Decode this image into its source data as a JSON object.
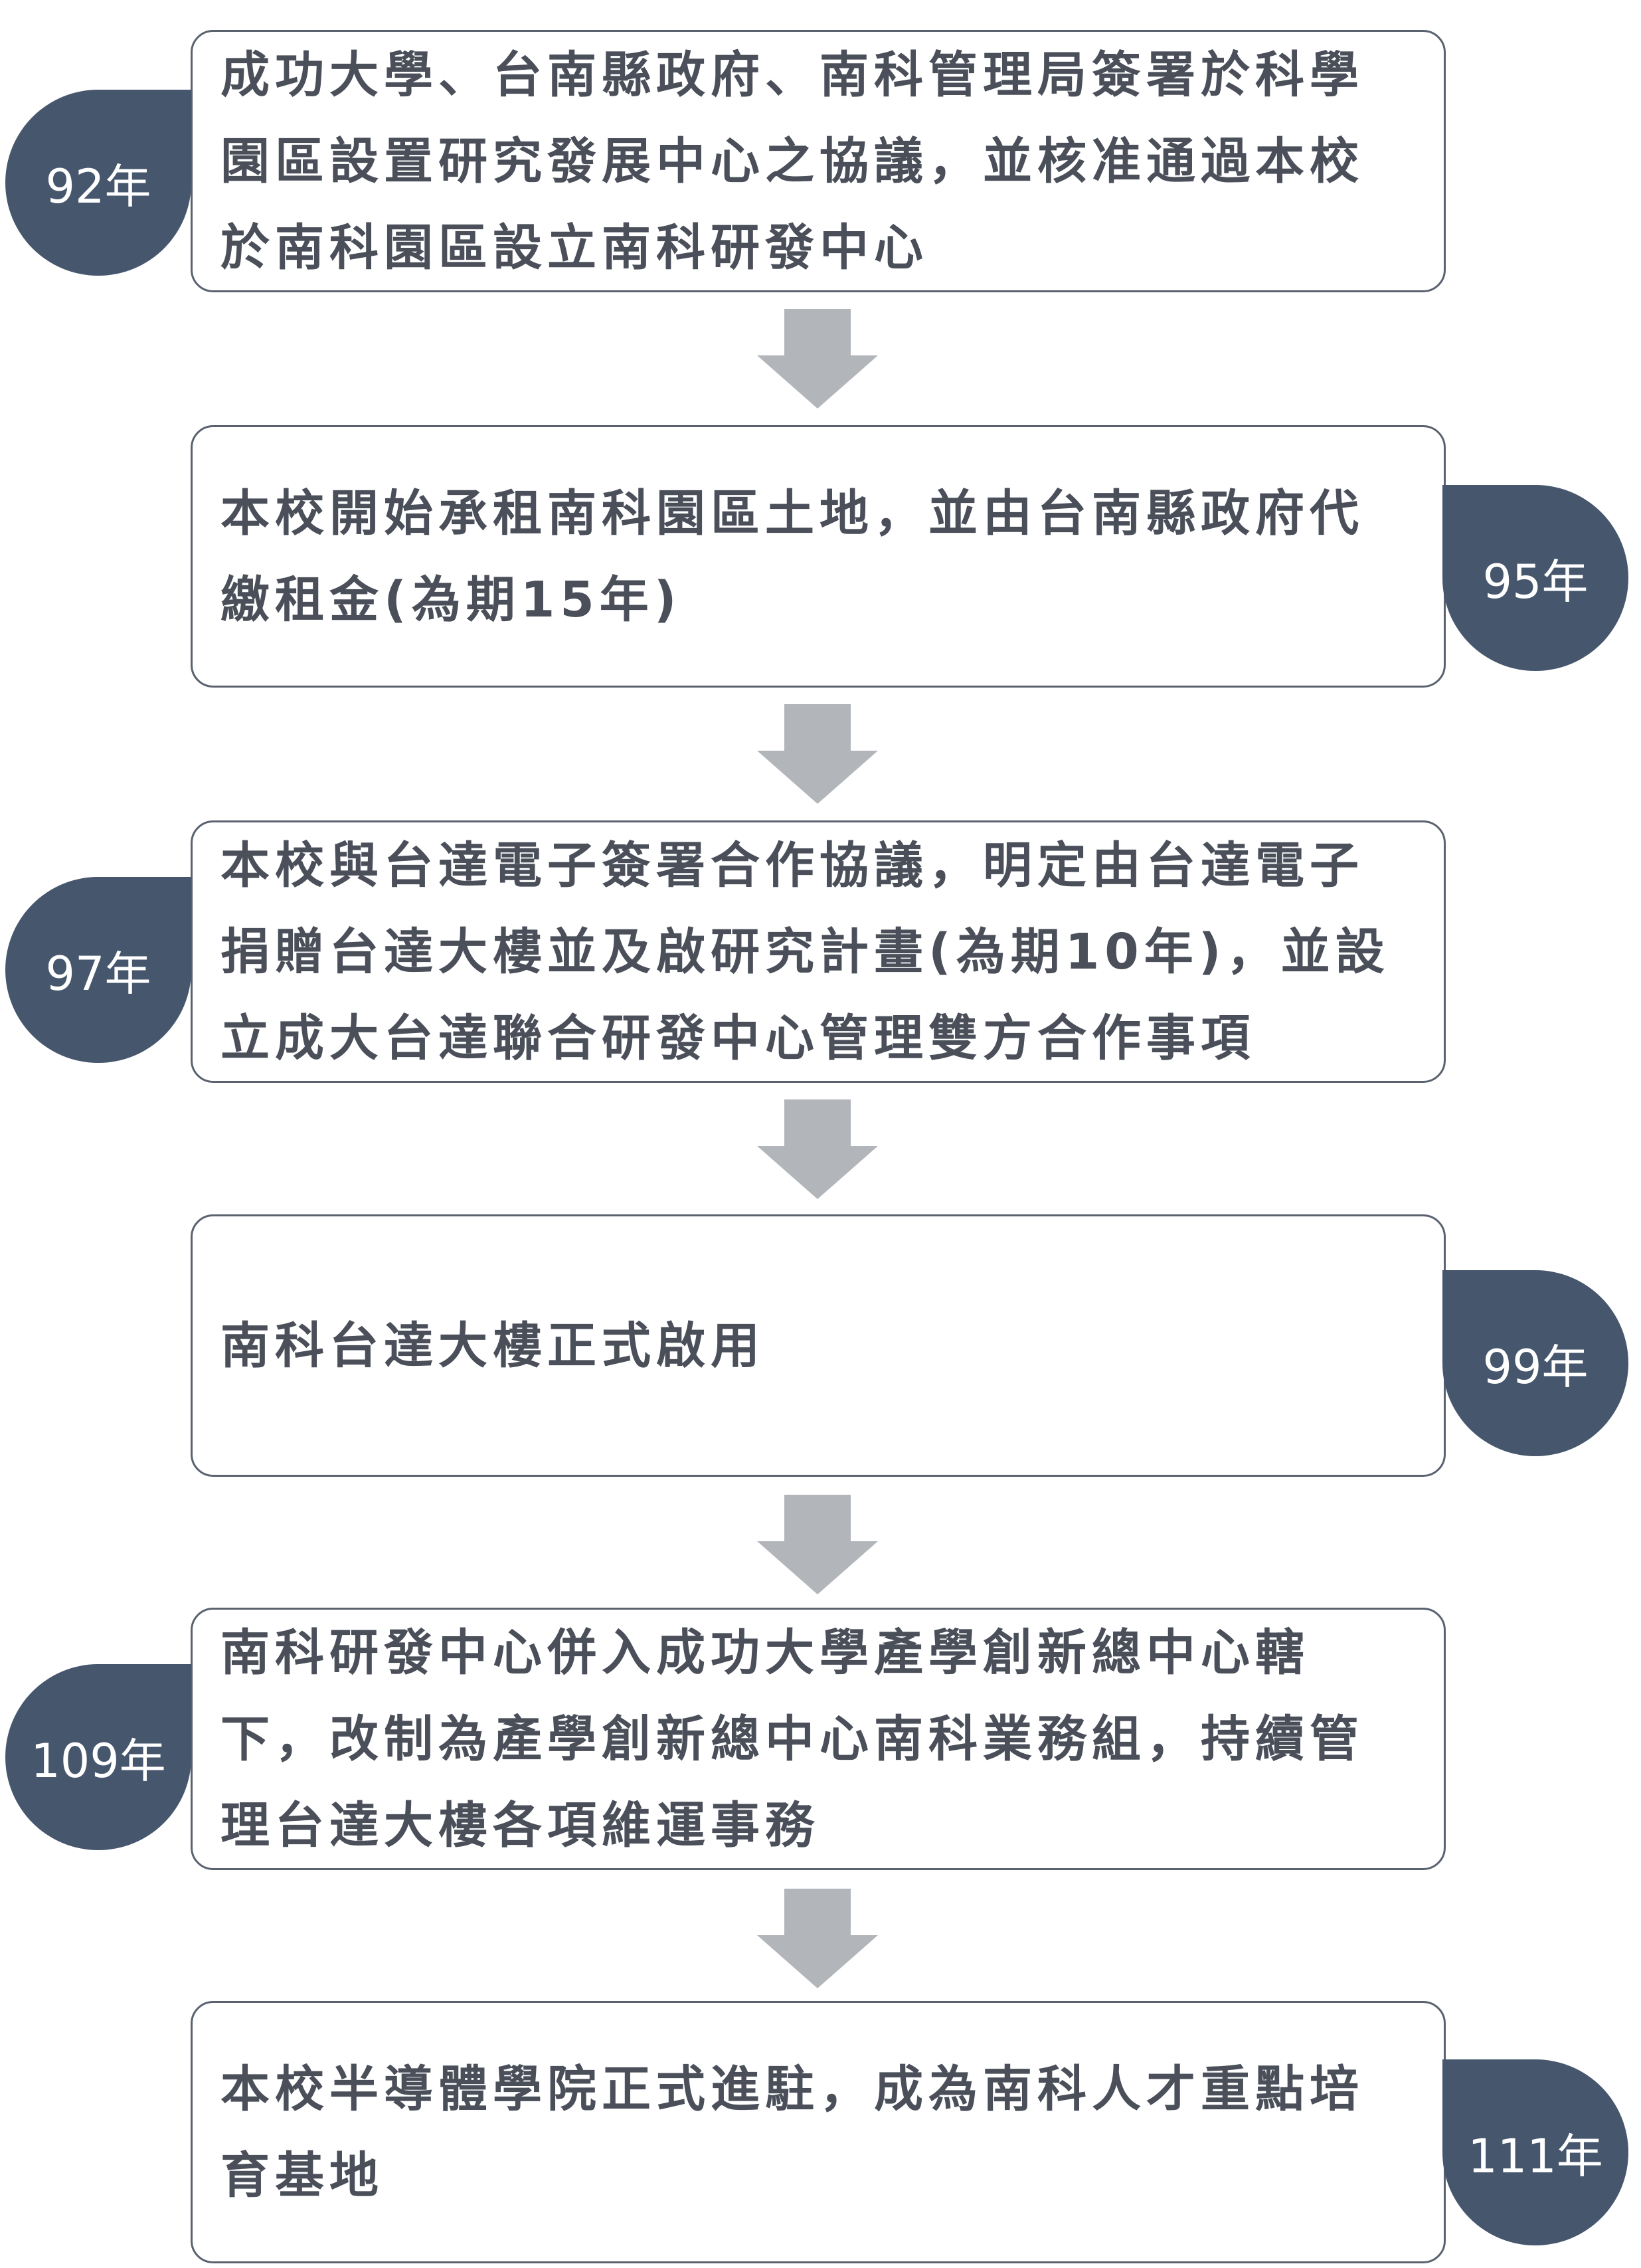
{
  "steps": [
    {
      "year": "92年",
      "text": "成功大學、台南縣政府、南科管理局簽署於科學園區設置研究發展中心之協議，並核准通過本校於南科園區設立南科研發中心"
    },
    {
      "year": "95年",
      "text": "本校開始承租南科園區土地，並由台南縣政府代繳租金(為期15年)"
    },
    {
      "year": "97年",
      "text": "本校與台達電子簽署合作協議，明定由台達電子捐贈台達大樓並及啟研究計畫(為期10年)，並設立成大台達聯合研發中心管理雙方合作事項"
    },
    {
      "year": "99年",
      "text": "南科台達大樓正式啟用"
    },
    {
      "year": "109年",
      "text": "南科研發中心併入成功大學產學創新總中心轄下，改制為產學創新總中心南科業務組，持續管理台達大樓各項維運事務"
    },
    {
      "year": "111年",
      "text": "本校半導體學院正式進駐，成為南科人才重點培育基地"
    }
  ],
  "colors": {
    "badge": "#46566d",
    "arrow": "#b2b5ba",
    "box_border": "#5a6270",
    "text": "#4a4f5a"
  }
}
